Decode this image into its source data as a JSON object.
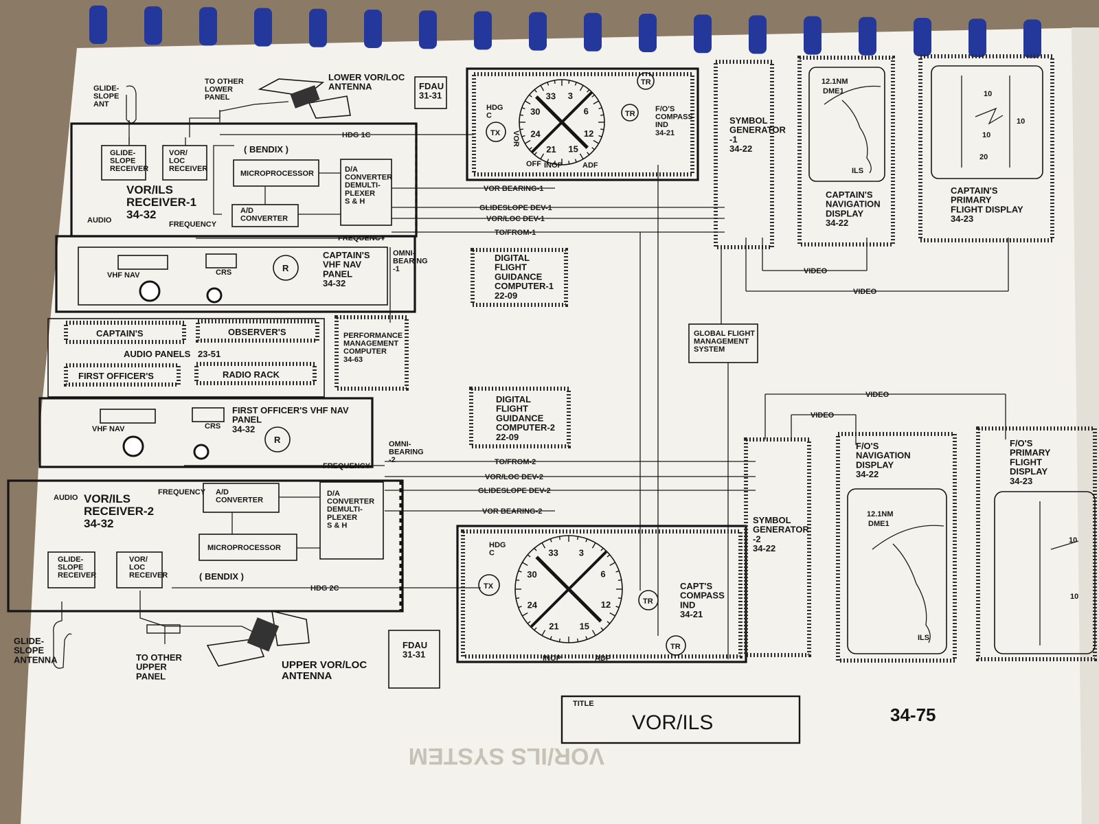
{
  "page_number": "34-75",
  "title_block": {
    "caption": "TITLE",
    "title": "VOR/ILS",
    "mirrored_bleed_title": "VOR/ILS SYSTEM"
  },
  "antennas": {
    "glideslope_ant_top": "GLIDE-\nSLOPE\nANT",
    "to_other_lower_panel": "TO OTHER\nLOWER\nPANEL",
    "lower_vor_loc_antenna": "LOWER VOR/LOC\nANTENNA",
    "glideslope_antenna_bottom": "GLIDE-\nSLOPE\nANTENNA",
    "to_other_upper_panel": "TO OTHER\nUPPER\nPANEL",
    "upper_vor_loc_antenna": "UPPER VOR/LOC\nANTENNA"
  },
  "receiver1": {
    "name": "VOR/ILS\nRECEIVER-1\n34-32",
    "glideslope_receiver": "GLIDE-\nSLOPE\nRECEIVER",
    "vor_loc_receiver": "VOR/\nLOC\nRECEIVER",
    "bendix": "( BENDIX )",
    "microprocessor": "MICROPROCESSOR",
    "da_converter": "D/A\nCONVERTER\nDEMULTI-\nPLEXER\nS & H",
    "ad_converter": "A/D\nCONVERTER",
    "audio": "AUDIO",
    "frequency": "FREQUENCY"
  },
  "captains_panel": {
    "vhf_nav": "VHF NAV",
    "crs": "CRS",
    "name": "CAPTAIN'S\nVHF NAV\nPANEL\n34-32",
    "knob": "R"
  },
  "audio_panels": {
    "captains": "CAPTAIN'S",
    "observers": "OBSERVER'S",
    "audio_panels": "AUDIO PANELS",
    "ata": "23-51",
    "first_officers": "FIRST OFFICER'S",
    "radio_rack": "RADIO RACK"
  },
  "fo_panel": {
    "vhf_nav": "VHF NAV",
    "crs": "CRS",
    "name": "FIRST OFFICER'S VHF NAV\nPANEL\n34-32",
    "knob": "R"
  },
  "receiver2": {
    "name": "VOR/ILS\nRECEIVER-2\n34-32",
    "glideslope_receiver": "GLIDE-\nSLOPE\nRECEIVER",
    "vor_loc_receiver": "VOR/\nLOC\nRECEIVER",
    "bendix": "( BENDIX )",
    "microprocessor": "MICROPROCESSOR",
    "da_converter": "D/A\nCONVERTER\nDEMULTI-\nPLEXER\nS & H",
    "ad_converter": "A/D\nCONVERTER",
    "audio": "AUDIO",
    "frequency": "FREQUENCY"
  },
  "signals": {
    "hdg_1c": "HDG 1C",
    "hdg_2c": "HDG 2C",
    "frequency_1": "FREQUENCY",
    "frequency_2": "FREQUENCY",
    "omni_bearing_1": "OMNI-\nBEARING\n-1",
    "omni_bearing_2": "OMNI-\nBEARING\n-2",
    "vor_bearing_1": "VOR BEARING-1",
    "glideslope_dev_1": "GLIDESLOPE DEV-1",
    "vor_loc_dev_1": "VOR/LOC DEV-1",
    "to_from_1": "TO/FROM-1",
    "to_from_2": "TO/FROM-2",
    "vor_loc_dev_2": "VOR/LOC DEV-2",
    "glideslope_dev_2": "GLIDESLOPE DEV-2",
    "vor_bearing_2": "VOR BEARING-2",
    "video_1a": "VIDEO",
    "video_1b": "VIDEO",
    "video_2a": "VIDEO",
    "video_2b": "VIDEO"
  },
  "computers": {
    "fdau_1": "FDAU\n31-31",
    "fdau_2": "FDAU\n31-31",
    "dfgc_1": "DIGITAL\nFLIGHT\nGUIDANCE\nCOMPUTER-1\n22-09",
    "dfgc_2": "DIGITAL\nFLIGHT\nGUIDANCE\nCOMPUTER-2\n22-09",
    "pmc": "PERFORMANCE\nMANAGEMENT\nCOMPUTER\n34-63",
    "gfms": "GLOBAL FLIGHT\nMANAGEMENT\nSYSTEM"
  },
  "instruments": {
    "hdg_c": "HDG\nC",
    "tx": "TX",
    "tr": "TR",
    "vor": "VOR",
    "off": "OFF",
    "inop": "INOP",
    "adf": "ADF",
    "fo_compass": "F/O'S\nCOMPASS\nIND\n34-21",
    "capt_compass": "CAPT'S\nCOMPASS\nIND\n34-21",
    "dial_numbers": [
      "33",
      "3",
      "6",
      "12",
      "15",
      "21",
      "24",
      "30"
    ]
  },
  "displays": {
    "symbol_gen_1": "SYMBOL\nGENERATOR\n-1\n34-22",
    "symbol_gen_2": "SYMBOL\nGENERATOR\n-2\n34-22",
    "capt_nav": "CAPTAIN'S\nNAVIGATION\nDISPLAY\n34-22",
    "capt_pfd": "CAPTAIN'S\nPRIMARY\nFLIGHT DISPLAY\n34-23",
    "fo_nav": "F/O'S\nNAVIGATION\nDISPLAY\n34-22",
    "fo_pfd": "F/O'S\nPRIMARY\nFLIGHT\nDISPLAY\n34-23",
    "nd_range": "12.1NM",
    "nd_dme": "DME1",
    "nd_ils": "ILS",
    "pfd_ticks": [
      "10",
      "10",
      "10",
      "20"
    ]
  },
  "colors": {
    "paper": "#f4f2ec",
    "ink": "#151515",
    "binding": "#23389a",
    "background": "#8a7a66"
  }
}
